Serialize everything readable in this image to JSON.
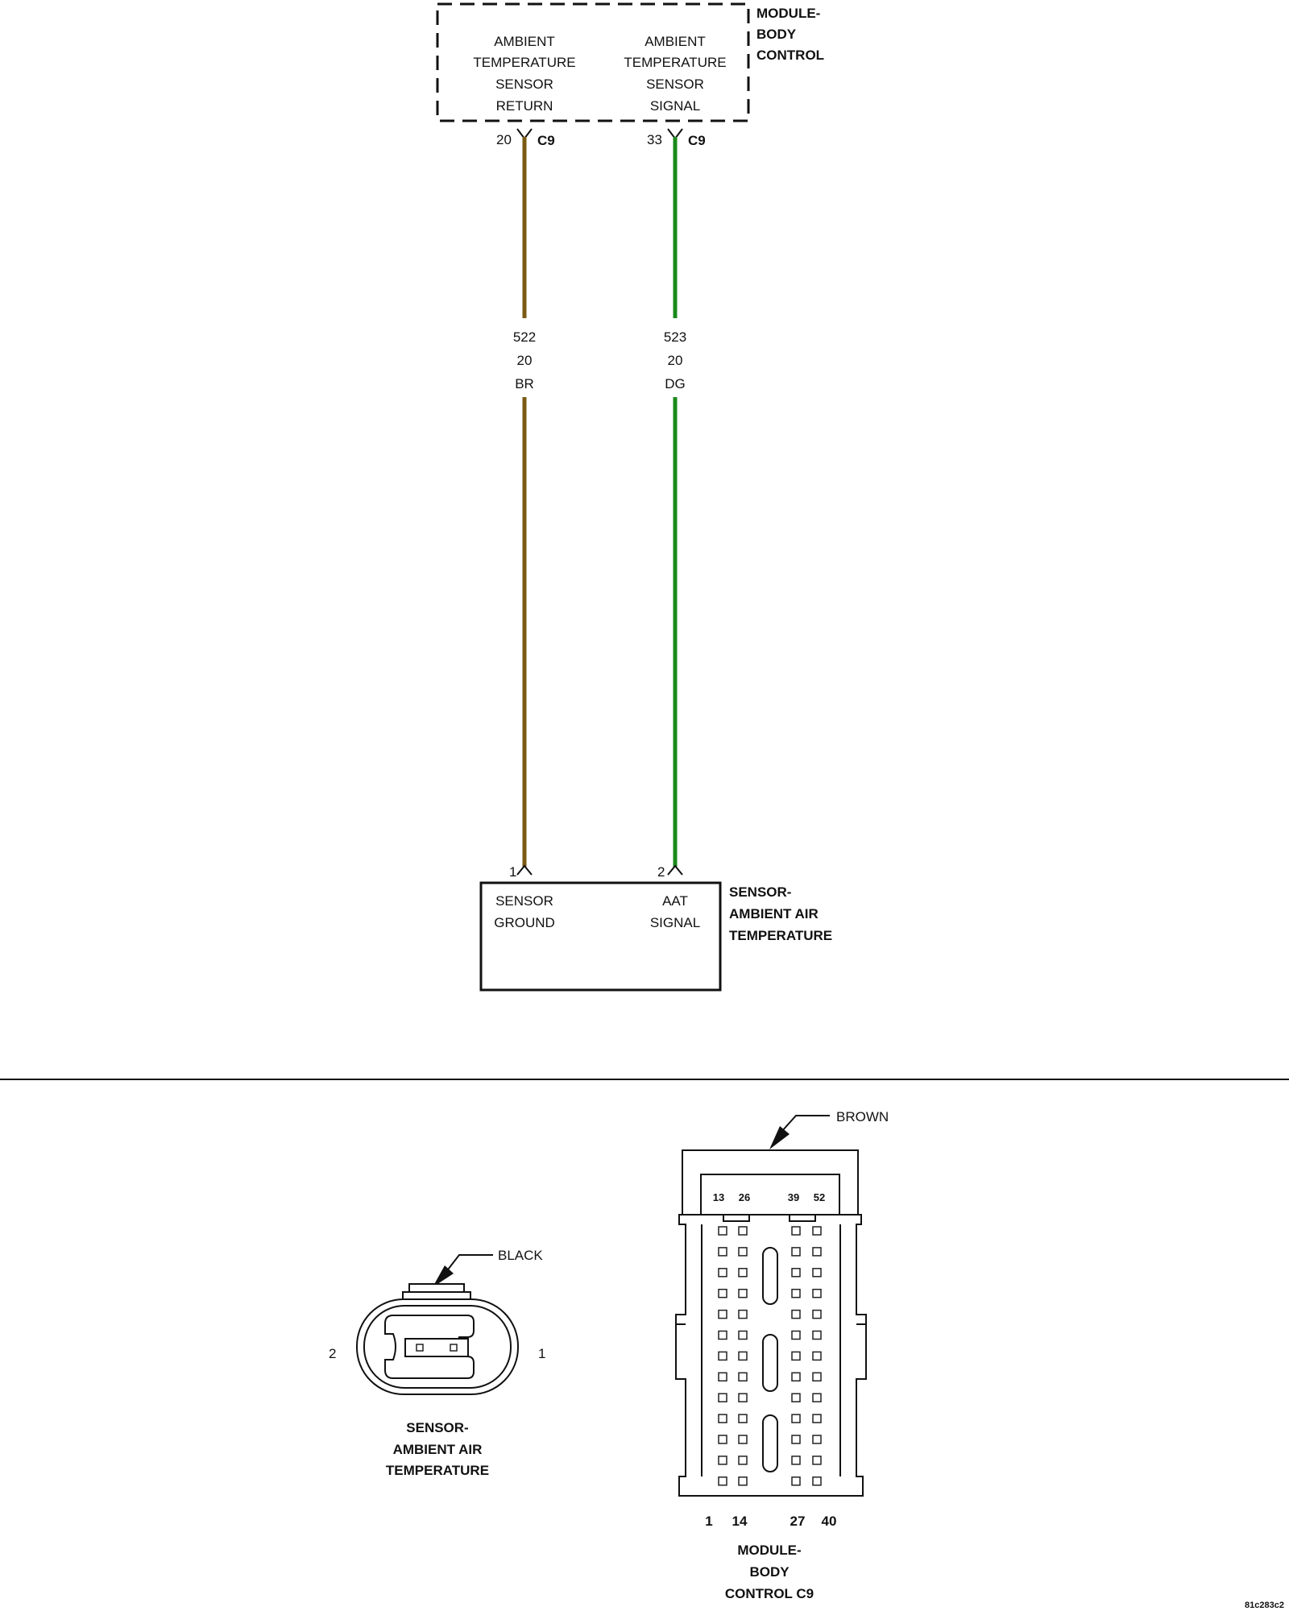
{
  "bcm": {
    "title_lines": [
      "MODULE-",
      "BODY",
      "CONTROL"
    ],
    "circuit_return_lines": [
      "AMBIENT",
      "TEMPERATURE",
      "SENSOR",
      "RETURN"
    ],
    "circuit_signal_lines": [
      "AMBIENT",
      "TEMPERATURE",
      "SENSOR",
      "SIGNAL"
    ],
    "pin_return": "20",
    "pin_signal": "33",
    "connector": "C9"
  },
  "wires": [
    {
      "circuit": "522",
      "gauge": "20",
      "color_code": "BR",
      "color_hex": "#7a5a12"
    },
    {
      "circuit": "523",
      "gauge": "20",
      "color_code": "DG",
      "color_hex": "#1a8a1a"
    }
  ],
  "sensor": {
    "title_lines": [
      "SENSOR-",
      "AMBIENT AIR",
      "TEMPERATURE"
    ],
    "pin_ground": "1",
    "pin_signal": "2",
    "ground_lines": [
      "SENSOR",
      "GROUND"
    ],
    "signal_lines": [
      "AAT",
      "SIGNAL"
    ]
  },
  "sensor_connector_view": {
    "color": "BLACK",
    "pin_left": "2",
    "pin_right": "1",
    "title_lines": [
      "SENSOR-",
      "AMBIENT AIR",
      "TEMPERATURE"
    ]
  },
  "bcm_connector_view": {
    "color": "BROWN",
    "top_pins": [
      "13",
      "26",
      "39",
      "52"
    ],
    "bottom_pins": [
      "1",
      "14",
      "27",
      "40"
    ],
    "title_lines": [
      "MODULE-",
      "BODY",
      "CONTROL C9"
    ]
  },
  "figure_id": "81c283c2"
}
